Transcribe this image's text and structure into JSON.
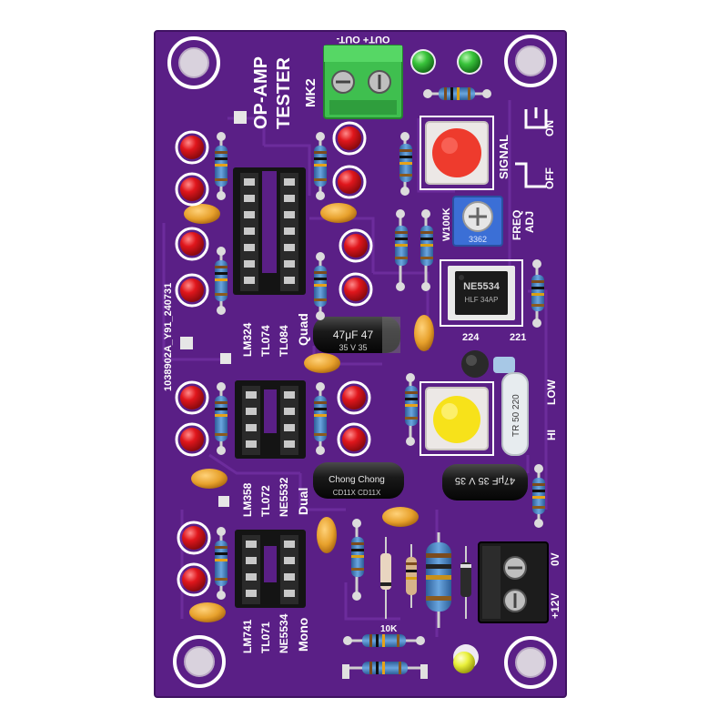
{
  "colors": {
    "pcb": "#5a1f86",
    "pcb_dark": "#4a166f",
    "trace": "#6c2c9c",
    "silkscreen": "#ffffff",
    "led_red": "#e0161c",
    "led_green": "#39c43b",
    "led_yellow": "#e9f03a",
    "terminal_green": "#3fbf4f",
    "terminal_black": "#1c1c1c",
    "cap_orange": "#e7a12c",
    "resistor_blue": "#3f7fc0",
    "button_red": "#ee3b2d",
    "button_yellow": "#f7e21a"
  },
  "silkscreen": {
    "title_line1": "OP-AMP",
    "title_line2": "TESTER",
    "version": "MK2",
    "terminal_top": "OUT+ OUT-",
    "signal": "SIGNAL",
    "on": "ON",
    "off": "OFF",
    "freq": "FREQ",
    "adj": "ADJ",
    "pot_label": "W100K",
    "pot_code": "3362",
    "ic_marking": "NE5534",
    "ic_sub": "HLF 34AP",
    "cap_small": "224",
    "cap_small2": "221",
    "lo": "LOW",
    "hi": "HI",
    "thermistor": "TR 50 220",
    "quad_line1": "LM324",
    "quad_line2": "TL074",
    "quad_line3": "TL084",
    "quad_line4": "Quad",
    "dual_line1": "LM358",
    "dual_line2": "TL072",
    "dual_line3": "NE5532",
    "dual_line4": "Dual",
    "mono_line1": "LM741",
    "mono_line2": "TL071",
    "mono_line3": "NE5534",
    "mono_line4": "Mono",
    "cap_big1": "47μF 47",
    "cap_big1_sub": "35 V 35",
    "cap_big2_brand": "Chong Chong",
    "cap_big2_sub": "CD11X CD11X",
    "cap_big3": "47μF 35 V 35",
    "power_plus": "+12V",
    "power_zero": "0V",
    "serial": "1038902A_Y91_240731",
    "resistor_text": "10K"
  },
  "icons": [
    "mounting-hole-icon",
    "led-icon",
    "resistor-icon",
    "dip-socket-icon",
    "terminal-block-icon",
    "push-button-icon",
    "trimmer-pot-icon",
    "capacitor-icon"
  ]
}
